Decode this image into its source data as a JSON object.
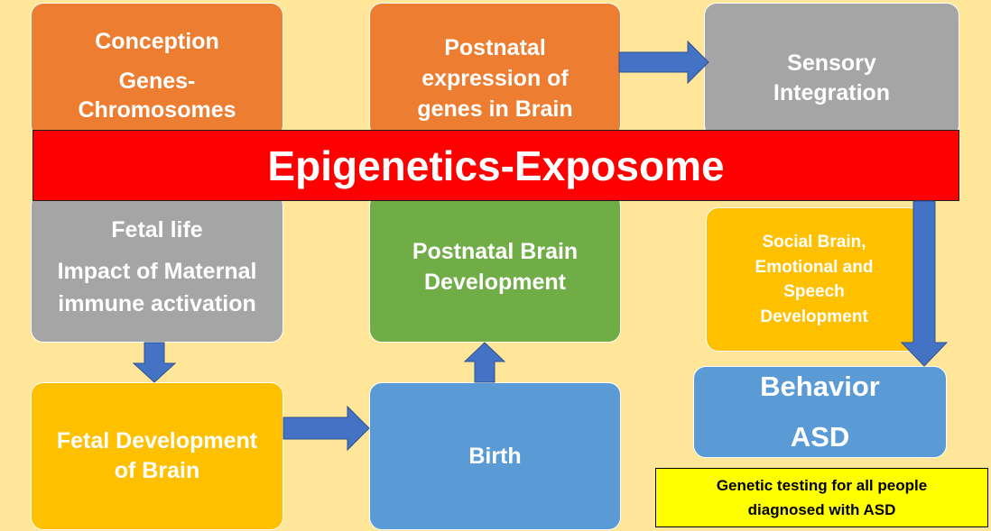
{
  "boxes": {
    "conception": [
      "Conception",
      "Genes-",
      "Chromosomes"
    ],
    "postnatal_expression": [
      "Postnatal",
      "expression of",
      "genes in Brain"
    ],
    "sensory_integration": [
      "Sensory",
      "Integration"
    ],
    "fetal_life": [
      "Fetal life",
      "Impact of Maternal",
      "immune activation"
    ],
    "postnatal_brain": [
      "Postnatal Brain",
      "Development"
    ],
    "social_brain": [
      "Social Brain,",
      "Emotional and",
      "Speech",
      "Development"
    ],
    "fetal_development": [
      "Fetal Development",
      "of Brain"
    ],
    "birth": [
      "Birth"
    ],
    "behavior": [
      "Behavior",
      "ASD"
    ]
  },
  "banner": "Epigenetics-Exposome",
  "note": [
    "Genetic testing for all people",
    "diagnosed with ASD"
  ],
  "colors": {
    "background": "#ffe699",
    "orange": "#ed7d31",
    "gray": "#a5a5a5",
    "green": "#70ad47",
    "gold": "#ffc000",
    "blue": "#5b9bd5",
    "banner": "#ff0000",
    "note": "#ffff00",
    "arrow": "#4472c4"
  }
}
